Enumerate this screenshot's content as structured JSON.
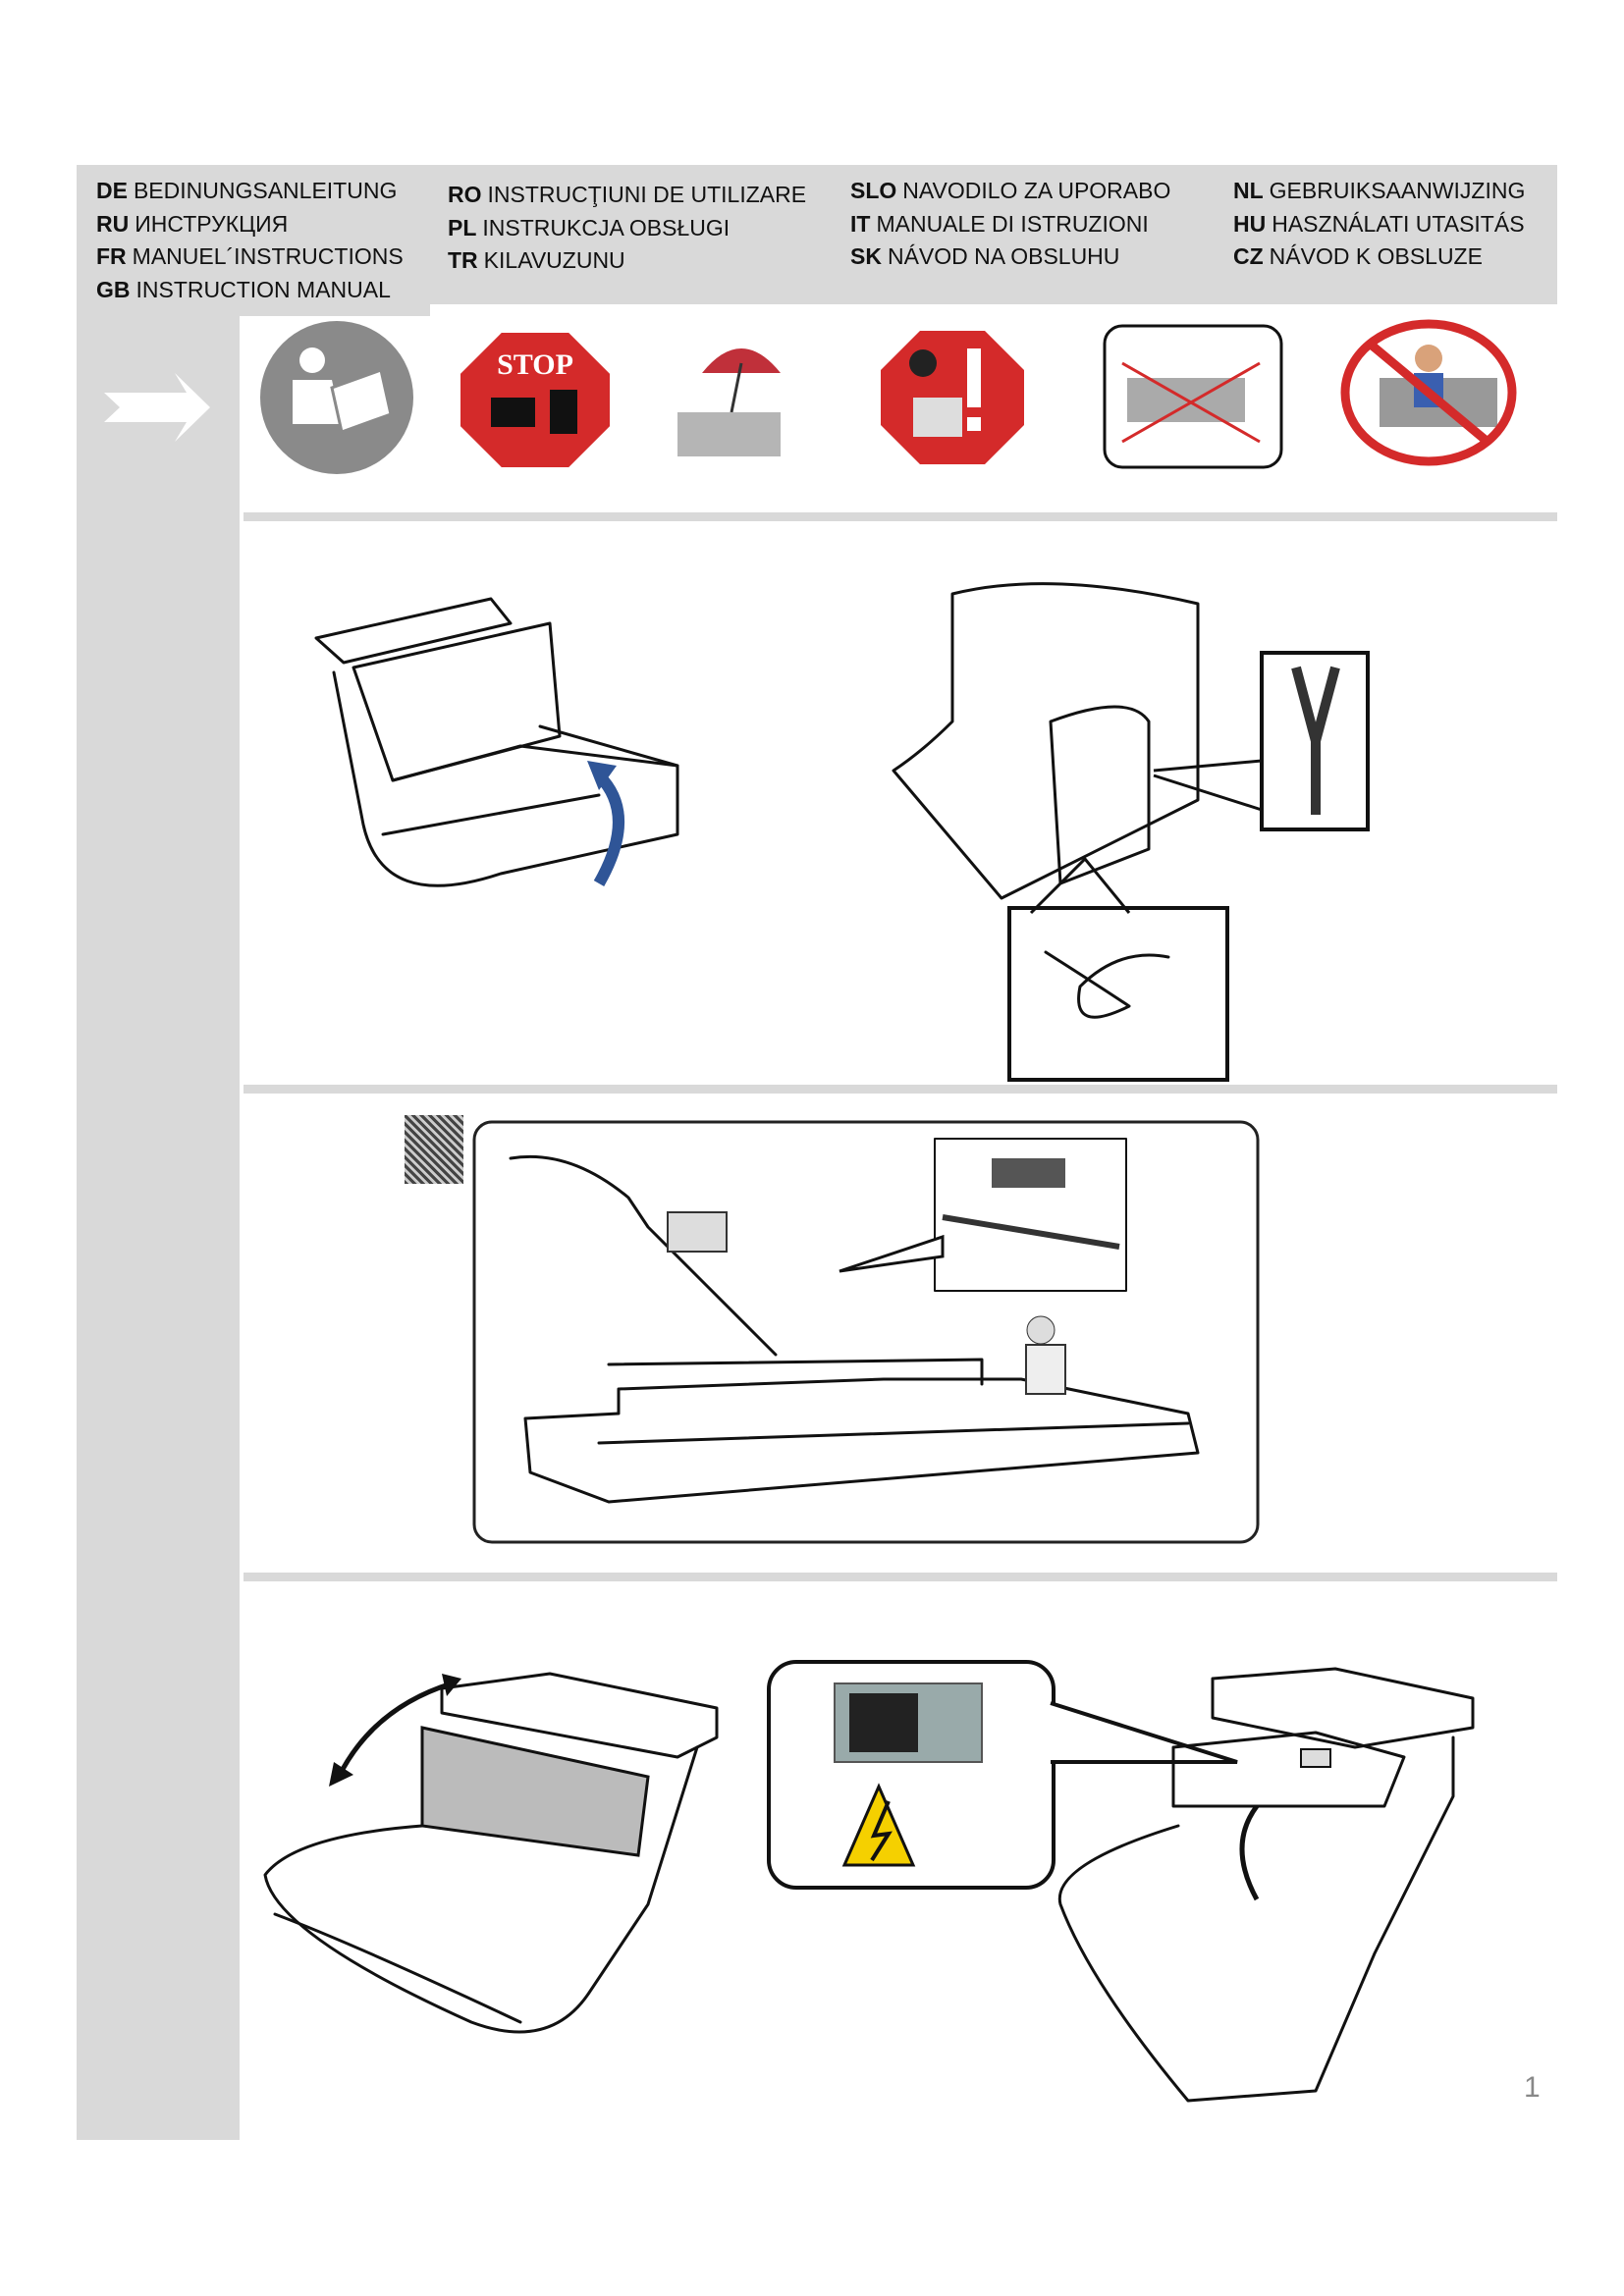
{
  "header": {
    "columns": [
      [
        {
          "code": "DE",
          "text": "BEDINUNGSANLEITUNG"
        },
        {
          "code": "RU",
          "text": "ИНСТРУКЦИЯ"
        },
        {
          "code": "FR",
          "text": "MANUEL´INSTRUCTIONS"
        },
        {
          "code": "GB",
          "text": "INSTRUCTION MANUAL"
        }
      ],
      [
        {
          "code": "RO",
          "text": "INSTRUCŢIUNI DE UTILIZARE"
        },
        {
          "code": "PL",
          "text": "INSTRUKCJA OBSŁUGI"
        },
        {
          "code": "TR",
          "text": "KILAVUZUNU"
        }
      ],
      [
        {
          "code": "SLO",
          "text": "NAVODILO ZA UPORABO"
        },
        {
          "code": "IT",
          "text": "MANUALE DI ISTRUZIONI"
        },
        {
          "code": "SK",
          "text": "NÁVOD NA OBSLUHU"
        }
      ],
      [
        {
          "code": "NL",
          "text": "GEBRUIKSAANWIJZING"
        },
        {
          "code": "HU",
          "text": "HASZNÁLATI UTASITÁS"
        },
        {
          "code": "CZ",
          "text": "NÁVOD K OBSLUZE"
        }
      ]
    ]
  },
  "icons": {
    "stop_sign_text": "STOP"
  },
  "colors": {
    "sidebar": "#d9d9d9",
    "stop_red": "#d42a2a",
    "arrow_blue": "#2f5597"
  },
  "page_number": "1"
}
